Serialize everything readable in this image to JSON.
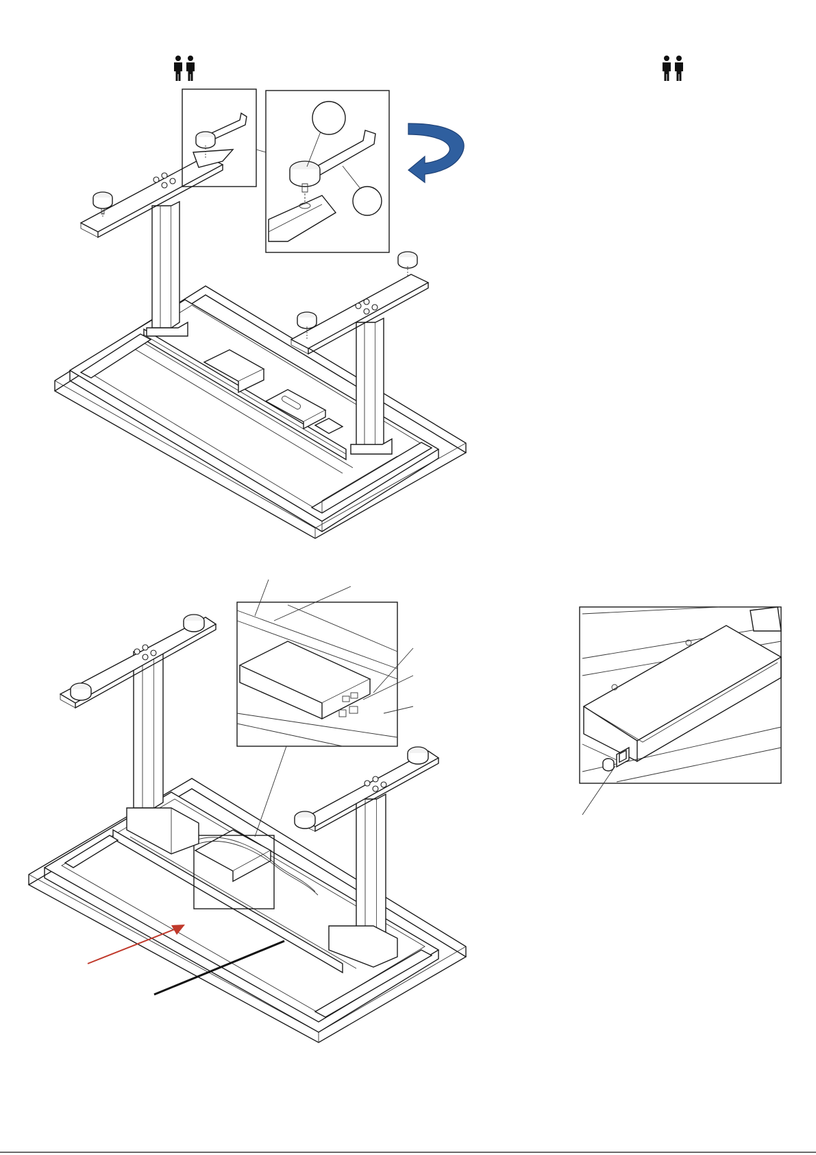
{
  "page": {
    "footer_text": "",
    "colors": {
      "line": "#1a1a1a",
      "rotate_arrow": "#2f5f9f",
      "rotate_arrow_edge": "#1f4277",
      "insert_arrow": "#c0392b",
      "background": "#ffffff"
    }
  },
  "steps": [
    {
      "id": "attach-feet",
      "icon": "two-persons-icon",
      "detail_callouts": 2,
      "rotate_indicator": "curved-rotate-arrow-icon"
    },
    {
      "id": "attach-control-box",
      "icon": "two-persons-icon"
    },
    {
      "id": "connect-power",
      "icon": "none"
    }
  ]
}
